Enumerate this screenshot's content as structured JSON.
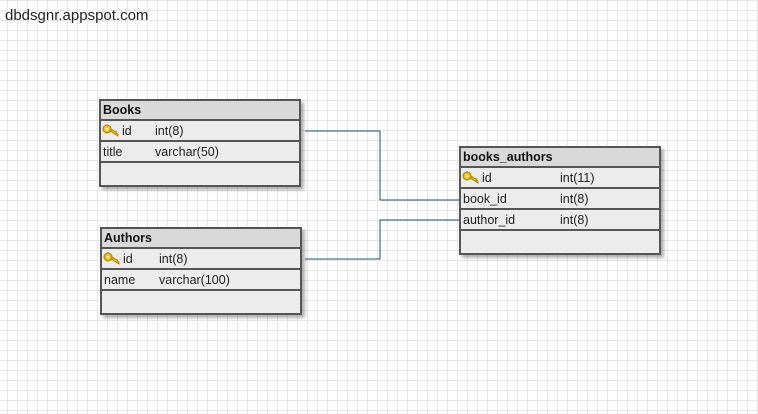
{
  "site": {
    "label": "dbdsgnr.appspot.com"
  },
  "tables": {
    "books": {
      "title": "Books",
      "rows": [
        {
          "name": "id",
          "type": "int(8)",
          "key": true
        },
        {
          "name": "title",
          "type": "varchar(50)",
          "key": false
        }
      ]
    },
    "authors": {
      "title": "Authors",
      "rows": [
        {
          "name": "id",
          "type": "int(8)",
          "key": true
        },
        {
          "name": "name",
          "type": "varchar(100)",
          "key": false
        }
      ]
    },
    "books_authors": {
      "title": "books_authors",
      "rows": [
        {
          "name": "id",
          "type": "int(11)",
          "key": true
        },
        {
          "name": "book_id",
          "type": "int(8)",
          "key": false
        },
        {
          "name": "author_id",
          "type": "int(8)",
          "key": false
        }
      ]
    }
  },
  "relations": [
    {
      "from": "Books.id",
      "to": "books_authors.book_id"
    },
    {
      "from": "Authors.id",
      "to": "books_authors.author_id"
    }
  ],
  "colors": {
    "connector": "#1f4e79",
    "key_icon": "#e8b400",
    "border": "#555555",
    "header": "#d9d9d9",
    "body": "#ececec"
  },
  "icons": {
    "primary_key": "key-icon"
  }
}
